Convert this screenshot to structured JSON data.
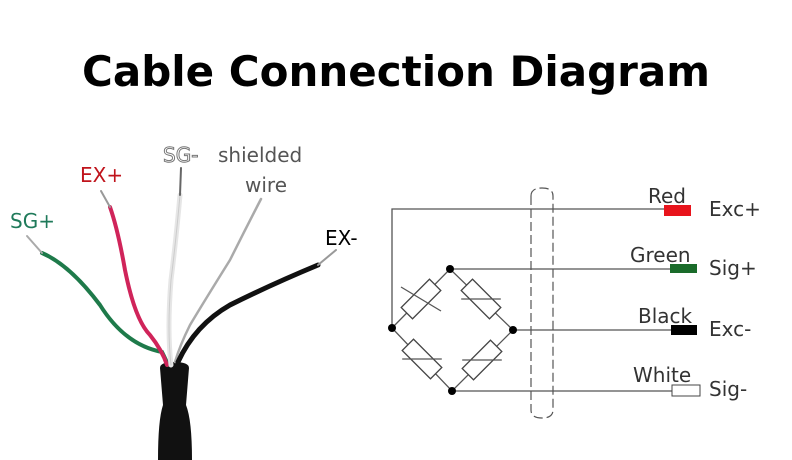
{
  "title": "Cable Connection Diagram",
  "photo_labels": {
    "sg_plus": "SG+",
    "ex_plus": "EX+",
    "sg_minus": "SG-",
    "shielded_line1": "shielded",
    "shielded_line2": "wire",
    "ex_minus": "EX-"
  },
  "terminals": [
    {
      "color_name": "Red",
      "signal": "Exc+",
      "color": "#e8141c"
    },
    {
      "color_name": "Green",
      "signal": "Sig+",
      "color": "#1a6b2a"
    },
    {
      "color_name": "Black",
      "signal": "Exc-",
      "color": "#000000"
    },
    {
      "color_name": "White",
      "signal": "Sig-",
      "color": "#ffffff"
    }
  ],
  "colors": {
    "sg_plus": "#1f7a5a",
    "ex_plus": "#c0141c",
    "text_gray": "#555555"
  }
}
